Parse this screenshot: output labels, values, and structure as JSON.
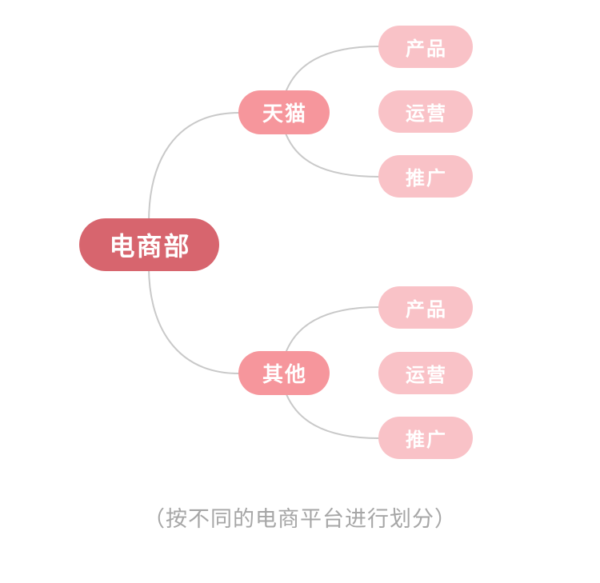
{
  "mindmap": {
    "root": {
      "label": "电商部"
    },
    "branches": [
      {
        "label": "天猫",
        "children": [
          {
            "label": "产品"
          },
          {
            "label": "运营"
          },
          {
            "label": "推广"
          }
        ]
      },
      {
        "label": "其他",
        "children": [
          {
            "label": "产品"
          },
          {
            "label": "运营"
          },
          {
            "label": "推广"
          }
        ]
      }
    ],
    "caption": "（按不同的电商平台进行划分）",
    "colors": {
      "root": "#D7656E",
      "branch": "#F6969C",
      "leaf": "#F9C2C7",
      "connector": "#C9C9C9",
      "caption": "#A6A6A6",
      "background": "#FFFFFF",
      "node_text": "#FFFFFF"
    }
  }
}
